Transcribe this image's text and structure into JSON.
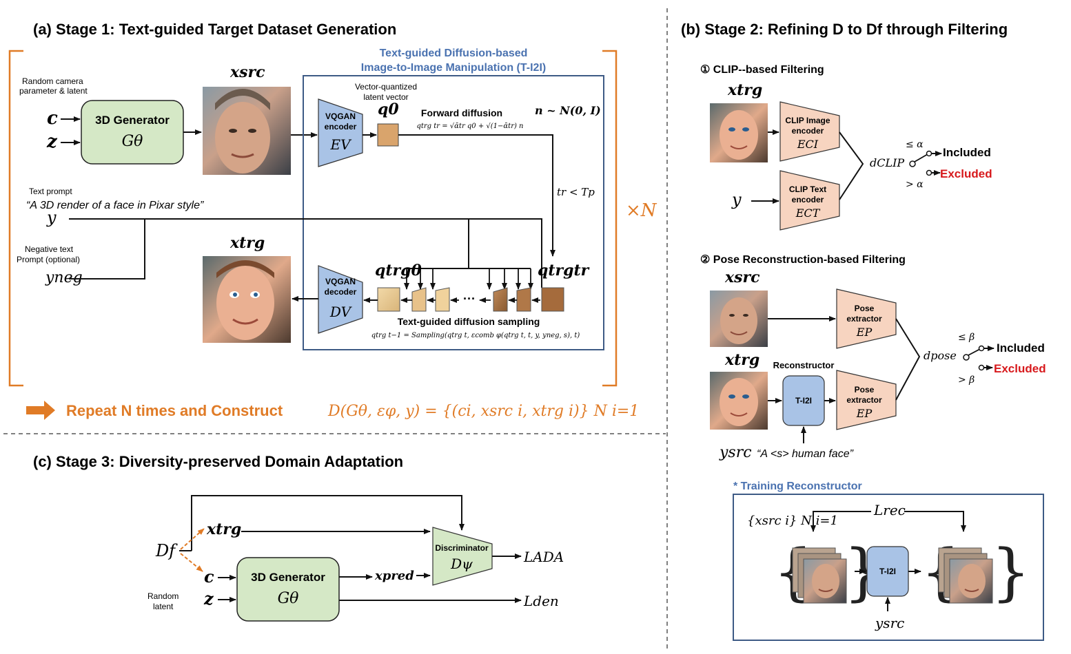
{
  "stage1": {
    "title": "(a) Stage 1: Text-guided Target Dataset Generation",
    "random_cam_line1": "Random camera",
    "random_cam_line2": "parameter & latent",
    "c": "c",
    "z": "z",
    "gen_label": "3D Generator",
    "gen_sym": "Gθ",
    "x_src": "xsrc",
    "t_i2i_title1": "Text-guided Diffusion-based",
    "t_i2i_title2": "Image-to-Image Manipulation (T-I2I)",
    "vq_line1": "Vector-quantized",
    "vq_line2": "latent vector",
    "encoder_l1": "VQGAN",
    "encoder_l2": "encoder",
    "encoder_sym": "EV",
    "q0": "q0",
    "forward_diffusion": "Forward diffusion",
    "forward_eq": "qtrg tr = √ᾱtr q0 + √(1−ᾱtr) n",
    "noise": "n ~ N(0, I)",
    "t_cond": "tr < Tp",
    "text_prompt_label": "Text prompt",
    "text_prompt": "“A 3D render of a face in Pixar style”",
    "y": "y",
    "neg_line1": "Negative text",
    "neg_line2": "Prompt (optional)",
    "y_neg": "yneg",
    "x_trg": "xtrg",
    "q0_trg": "qtrg0",
    "qtr_trg": "qtrgtr",
    "decoder_l1": "VQGAN",
    "decoder_l2": "decoder",
    "decoder_sym": "DV",
    "sampling_title": "Text-guided diffusion sampling",
    "sampling_eq": "qtrg t−1 = Sampling(qtrg t, εcomb φ(qtrg t, t, y, yneg, s), t)",
    "dots": "···",
    "times_n": "×N",
    "repeat_text": "Repeat  N times and Construct",
    "repeat_eq": "D(Gθ, εφ, y) = {(ci, xsrc i, xtrg i)} N i=1"
  },
  "stage2": {
    "title": "(b) Stage 2:  Refining D to Df through Filtering",
    "clip_title": "① CLIP--based Filtering",
    "x_trg": "xtrg",
    "clip_img_l1": "CLIP Image",
    "clip_img_l2": "encoder",
    "clip_img_sym": "ECI",
    "clip_txt_l1": "CLIP Text",
    "clip_txt_l2": "encoder",
    "clip_txt_sym": "ECT",
    "y": "y",
    "d_clip": "dCLIP",
    "le_alpha": "≤ α",
    "gt_alpha": "> α",
    "included": "Included",
    "excluded": "Excluded",
    "pose_title": "② Pose Reconstruction-based Filtering",
    "x_src": "xsrc",
    "pose_l1": "Pose",
    "pose_l2": "extractor",
    "pose_sym": "EP",
    "reconstructor": "Reconstructor",
    "t_i2i": "T-I2I",
    "d_pose": "dpose",
    "le_beta": "≤ β",
    "gt_beta": "> β",
    "y_src": "ysrc",
    "prompt_s": "“A <s> human face”",
    "training_title": "* Training Reconstructor",
    "x_src_set": "{xsrc i} N i=1",
    "l_rec": "Lrec"
  },
  "stage3": {
    "title": "(c) Stage 3: Diversity-preserved Domain Adaptation",
    "d_f": "Df",
    "x_trg": "xtrg",
    "c": "c",
    "z": "z",
    "random_l1": "Random",
    "random_l2": "latent",
    "gen_label": "3D Generator",
    "gen_sym": "Gθ",
    "x_pred": "xpred",
    "disc_label": "Discriminator",
    "disc_sym": "Dψ",
    "l_ada": "LADA",
    "l_den": "Lden"
  },
  "colors": {
    "orange": "#E07B26",
    "blue_title": "#4A72B0",
    "box_blue": "#A9C3E6",
    "box_green": "#D5E8C6",
    "box_peach": "#F7D4C0",
    "excluded_red": "#D7191C"
  }
}
